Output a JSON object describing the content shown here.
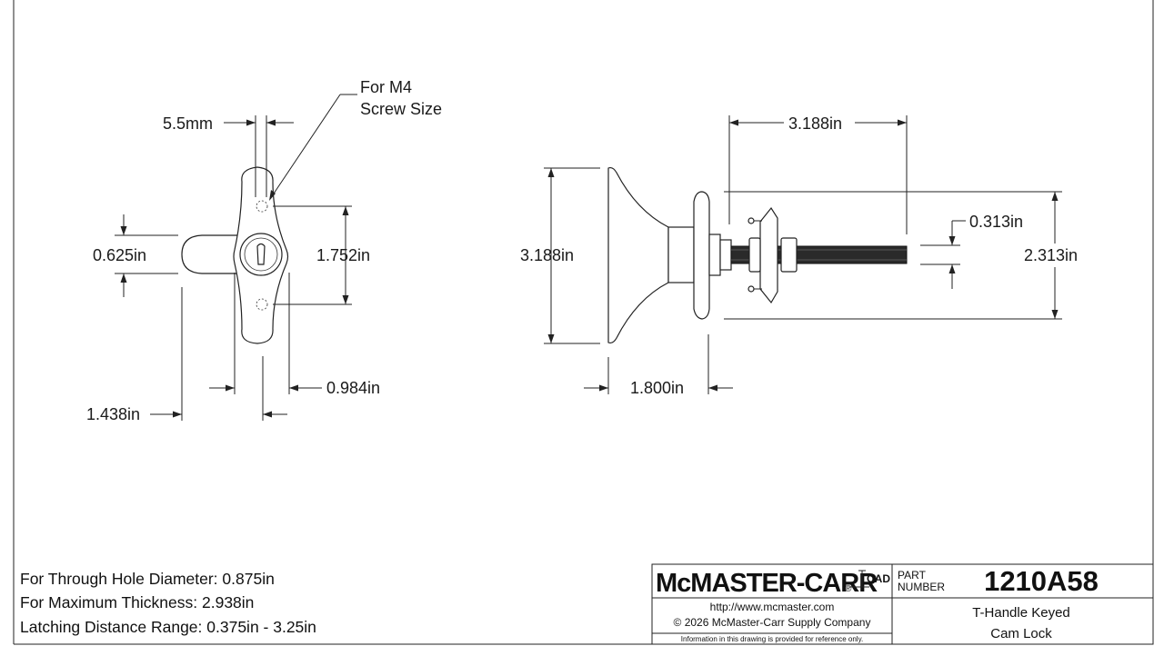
{
  "left_view": {
    "screw_note_line1": "For M4",
    "screw_note_line2": "Screw Size",
    "dim_slot": "5.5mm",
    "dim_thumb": "0.625in",
    "dim_holes": "1.752in",
    "dim_body_width": "0.984in",
    "dim_overall_width": "1.438in"
  },
  "right_view": {
    "dim_length": "3.188in",
    "dim_height": "3.188in",
    "dim_thread": "0.313in",
    "dim_cam": "2.313in",
    "dim_handle_depth": "1.800in"
  },
  "notes": {
    "line1": "For Through Hole Diameter: 0.875in",
    "line2": "For Maximum Thickness: 2.938in",
    "line3": "Latching Distance Range: 0.375in - 3.25in"
  },
  "title_block": {
    "brand": "McMASTER-CARR",
    "cad_label": "CAD",
    "url": "http://www.mcmaster.com",
    "copyright": "© 2026 McMaster-Carr Supply Company",
    "disclaimer": "Information in this drawing is provided for reference only.",
    "part_label_line1": "PART",
    "part_label_line2": "NUMBER",
    "part_number": "1210A58",
    "description_line1": "T-Handle Keyed",
    "description_line2": "Cam Lock"
  }
}
